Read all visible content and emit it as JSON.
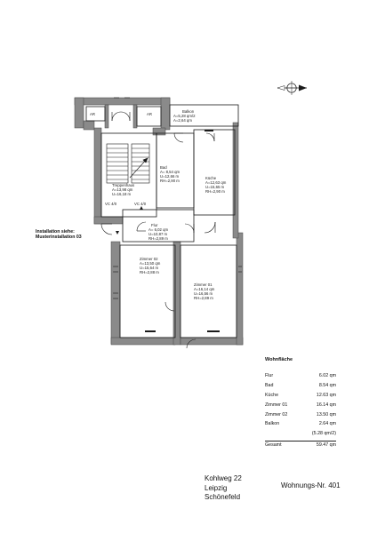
{
  "colors": {
    "wall": "#5a5a5a",
    "wall_fill": "#8a8a8a",
    "line": "#1a1a1a",
    "background": "#ffffff"
  },
  "icons": {
    "north_arrow": "compass-icon"
  },
  "plan": {
    "rooms": {
      "balkon": {
        "name": "Balkon",
        "area": "A=5,28 qm/2",
        "area2": "A=2,64 qm"
      },
      "treppenhaus": {
        "name": "Treppenhaus",
        "area": "A=13,98 qm",
        "perimeter": "U=16,18 m"
      },
      "bad": {
        "name": "Bad",
        "area": "A= 8,54 qm",
        "perimeter": "U=12,66 m",
        "height": "RH=2,90 m"
      },
      "kueche": {
        "name": "Küche",
        "area": "A=12,63 qm",
        "perimeter": "U=15,65 m",
        "height": "RH=2,90 m"
      },
      "flur": {
        "name": "Flur",
        "area": "A= 6,02 qm",
        "perimeter": "U=10,87 m",
        "height": "RH=2,89 m"
      },
      "zimmer02": {
        "name": "Zimmer 02",
        "area": "A=13,50 qm",
        "perimeter": "U=15,64 m",
        "height": "RH=2,88 m"
      },
      "zimmer01": {
        "name": "Zimmer 01",
        "area": "A=16,14 qm",
        "perimeter": "U=16,56 m",
        "height": "RH=2,89 m"
      }
    },
    "labels": {
      "ar1": "AR",
      "ar2": "AR",
      "vc1": "VC 4/0",
      "vc2": "VC 4/0"
    }
  },
  "note": {
    "line1": "Installation siehe:",
    "line2": "Musterinstallation 03"
  },
  "area_summary": {
    "title": "Wohnfläche",
    "rows": [
      {
        "label": "Flur",
        "value": "6.02 qm"
      },
      {
        "label": "Bad",
        "value": "8.54 qm"
      },
      {
        "label": "Küche",
        "value": "12.63 qm"
      },
      {
        "label": "Zimmer 01",
        "value": "16.14 qm"
      },
      {
        "label": "Zimmer 02",
        "value": "13.50 qm"
      },
      {
        "label": "Balkon",
        "value": "2.64 qm"
      },
      {
        "label": "",
        "value": "(5.28 qm/2)"
      }
    ],
    "total": {
      "label": "Gesamt",
      "value": "59.47 qm"
    }
  },
  "address": {
    "street": "Kohlweg 22",
    "city": "Leipzig",
    "district": "Schönefeld"
  },
  "unit": {
    "label": "Wohnungs-Nr. 401"
  }
}
